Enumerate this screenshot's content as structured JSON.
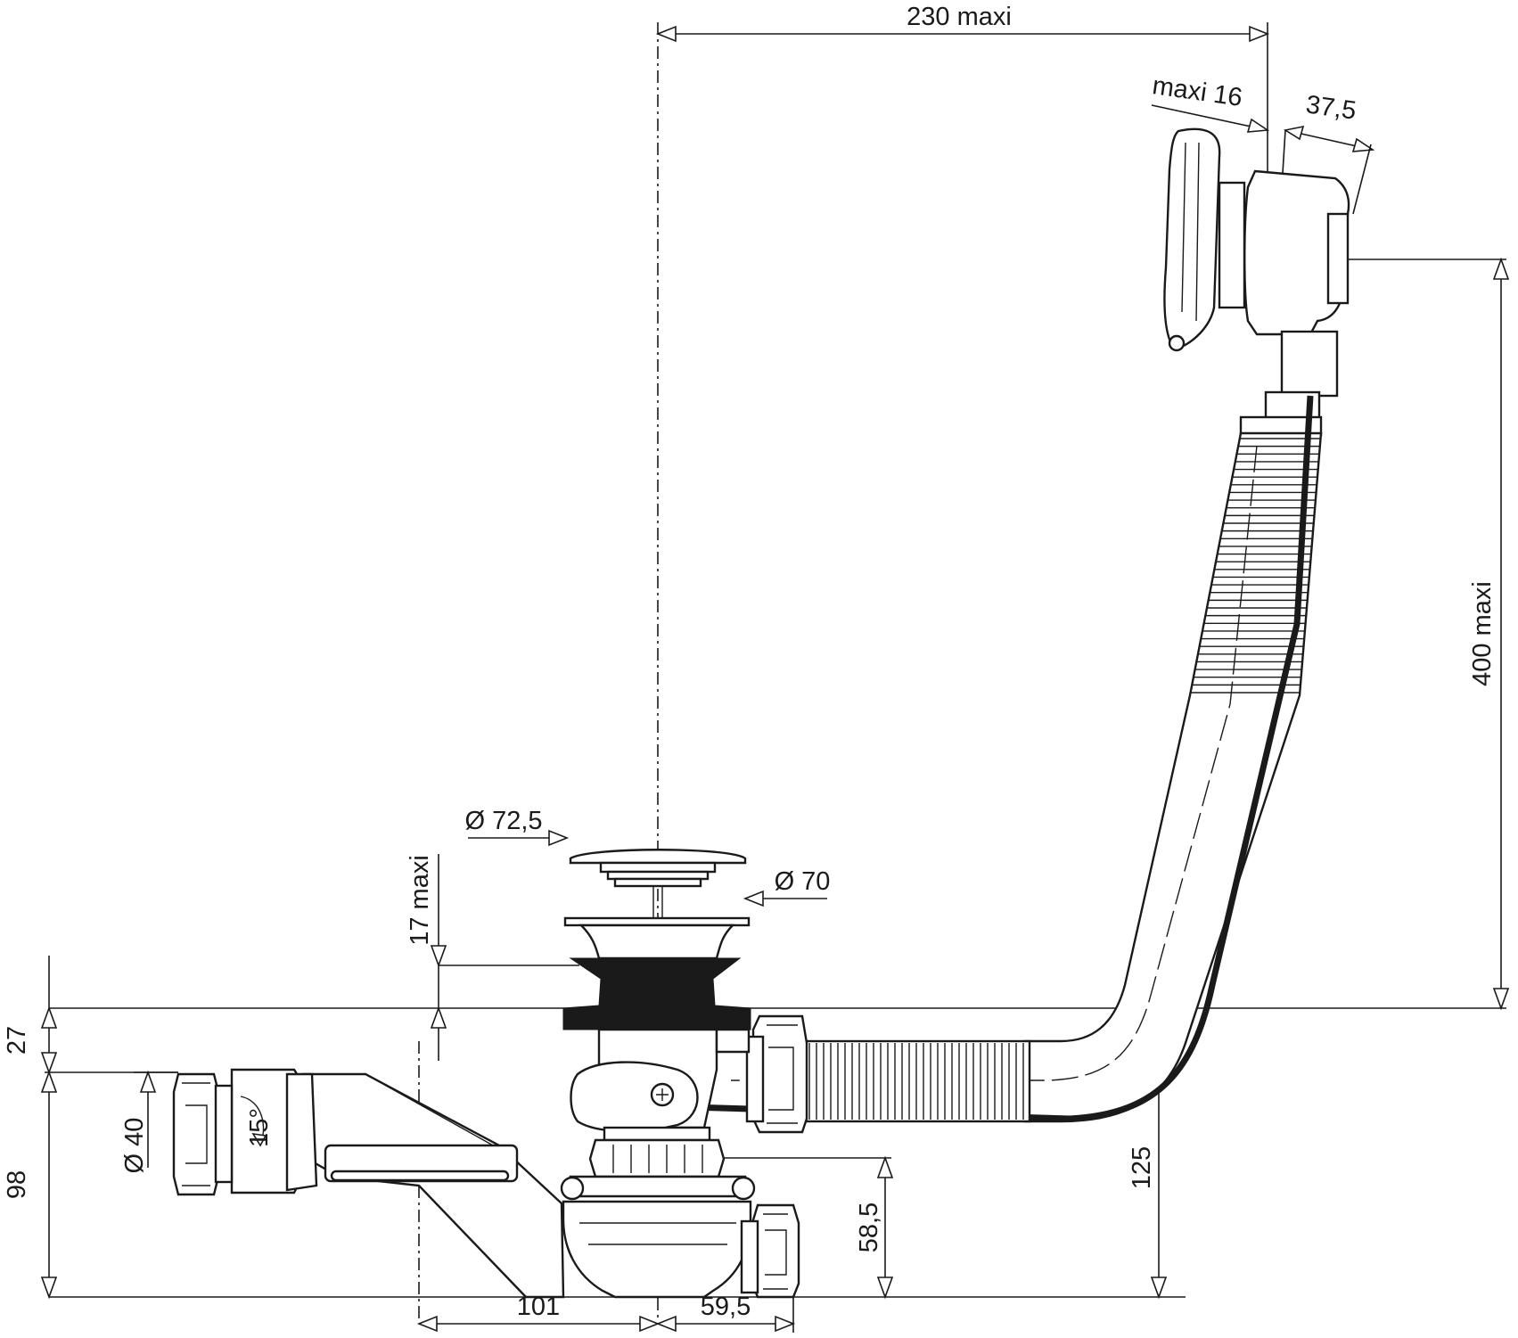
{
  "drawing": {
    "dimensions": {
      "width_230": "230 maxi",
      "maxi16": "maxi 16",
      "d375": "37,5",
      "h400": "400 maxi",
      "dia725": "Ø 72,5",
      "dia70": "Ø 70",
      "max17": "17 maxi",
      "h27": "27",
      "h98": "98",
      "dia40": "Ø 40",
      "angle15": "15°",
      "h585": "58,5",
      "h125": "125",
      "w101": "101",
      "w595": "59,5"
    }
  }
}
